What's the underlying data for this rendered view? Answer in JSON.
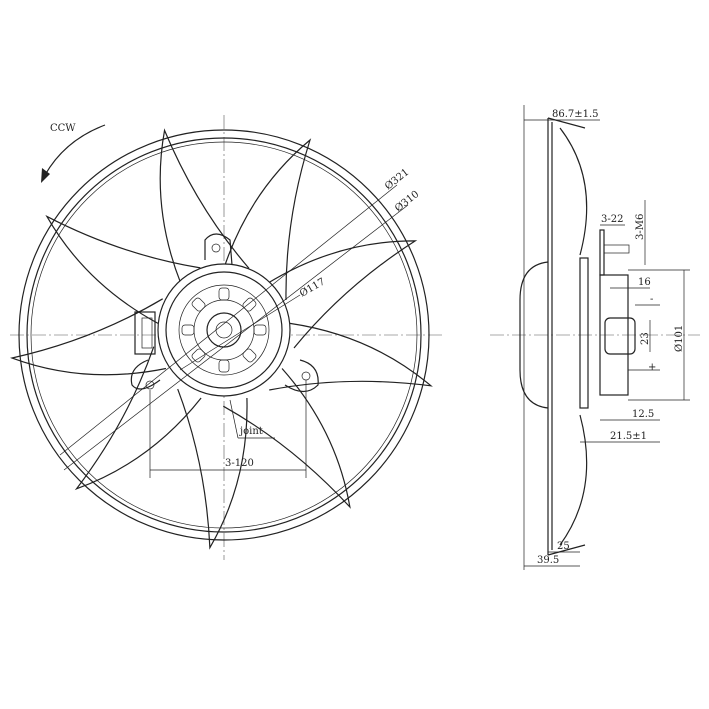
{
  "front_view": {
    "rotation_label": "CCW",
    "dia_shroud_outer": "Ø321",
    "dia_shroud_inner": "Ø310",
    "dia_hub": "Ø117",
    "joint_label": "joint",
    "mount_pattern": "3-120",
    "blade_count": 9
  },
  "side_view": {
    "overall_depth": "86.7±1.5",
    "bolt_spacing": "3-22",
    "bolt_thread": "3-M6",
    "connector_offset": "16",
    "pin_spacing": "23",
    "motor_dia": "Ø101",
    "minus_label": "-",
    "plus_label": "+",
    "dim_12_5": "12.5",
    "dim_21_5": "21.5±1",
    "dim_25": "25",
    "dim_39_5": "39.5"
  }
}
